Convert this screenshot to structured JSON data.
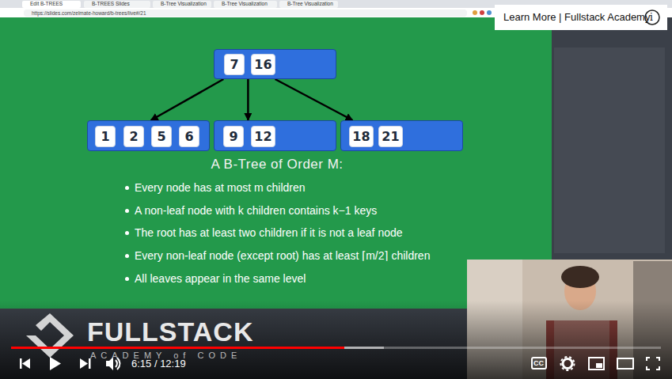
{
  "diagram": {
    "title": "A B-Tree of Order M:",
    "nodes": [
      {
        "text": []
      },
      {
        "text": [
          "7"
        ],
        "in": 0
      },
      {
        "text": [
          "16"
        ],
        "in": 0
      },
      {
        "text": []
      },
      {
        "text": [
          "1"
        ],
        "in": 3
      },
      {
        "text": [
          "2"
        ],
        "in": 3
      },
      {
        "text": [
          "5"
        ],
        "in": 3
      },
      {
        "text": [
          "6"
        ],
        "in": 3
      },
      {
        "text": []
      },
      {
        "text": [
          "9"
        ],
        "in": 8
      },
      {
        "text": [
          "12"
        ],
        "in": 8
      },
      {
        "text": []
      },
      {
        "text": [
          "18"
        ],
        "in": 11
      },
      {
        "text": [
          "21"
        ],
        "in": 11
      }
    ],
    "edges": [
      {
        "from": 0,
        "to": 3,
        "arrow": "to"
      },
      {
        "from": 0,
        "to": 8,
        "arrow": "to"
      },
      {
        "from": 0,
        "to": 11,
        "arrow": "to"
      }
    ],
    "labels": [
      "Edit B-TREES",
      "B-TREES Slides",
      "B-Tree Visualization",
      "B-Tree Visualization",
      "B-Tree Visualization",
      "https://slides.com/zelmate-howard/b-trees/live#/21",
      "Every node has at most m children",
      "A non-leaf node with k children contains k−1 keys",
      "The root has at least two children if it is not a leaf node",
      "Every non-leaf node (except root) has at least ⌈m/2⌉ children",
      "All leaves appear in the same level",
      "Learn More | Fullstack Academy",
      "i",
      "FULLSTACK",
      "ACADEMY of CODE",
      "6:15 / 12:19",
      "CC"
    ]
  }
}
